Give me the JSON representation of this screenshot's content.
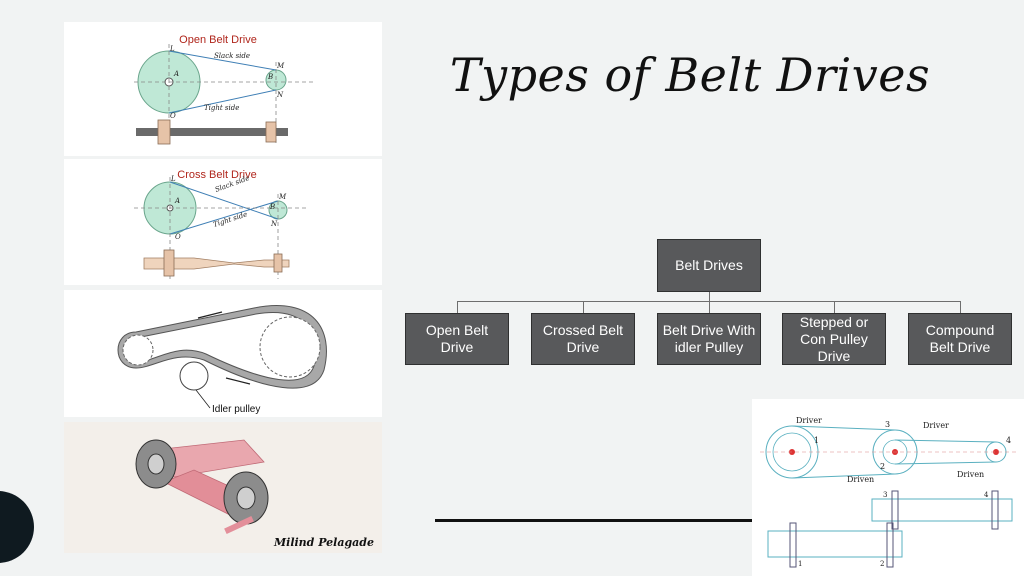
{
  "slide": {
    "title": "Types of Belt Drives"
  },
  "figures": {
    "open_belt": {
      "title": "Open Belt Drive",
      "slack_label": "Slack side",
      "tight_label": "Tight side",
      "point_labels": [
        "L",
        "M",
        "A",
        "B",
        "N",
        "O"
      ]
    },
    "cross_belt": {
      "title": "Cross Belt Drive",
      "slack_label": "Slack side",
      "tight_label": "Tight side",
      "point_labels": [
        "L",
        "M",
        "A",
        "B",
        "N",
        "O"
      ]
    },
    "idler": {
      "label": "Idler pulley"
    },
    "compound_photo": {
      "caption": "Milind Pelagade"
    },
    "compound": {
      "driver_1": "Driver",
      "driver_2": "Driver",
      "driven_1": "Driven",
      "driven_2": "Driven",
      "num_1": "1",
      "num_2": "2",
      "num_3": "3",
      "num_4": "4"
    }
  },
  "hierarchy": {
    "root": "Belt Drives",
    "children": [
      "Open Belt Drive",
      "Crossed Belt Drive",
      "Belt Drive With idler Pulley",
      "Stepped or Con Pulley Drive",
      "Compound Belt Drive"
    ]
  }
}
